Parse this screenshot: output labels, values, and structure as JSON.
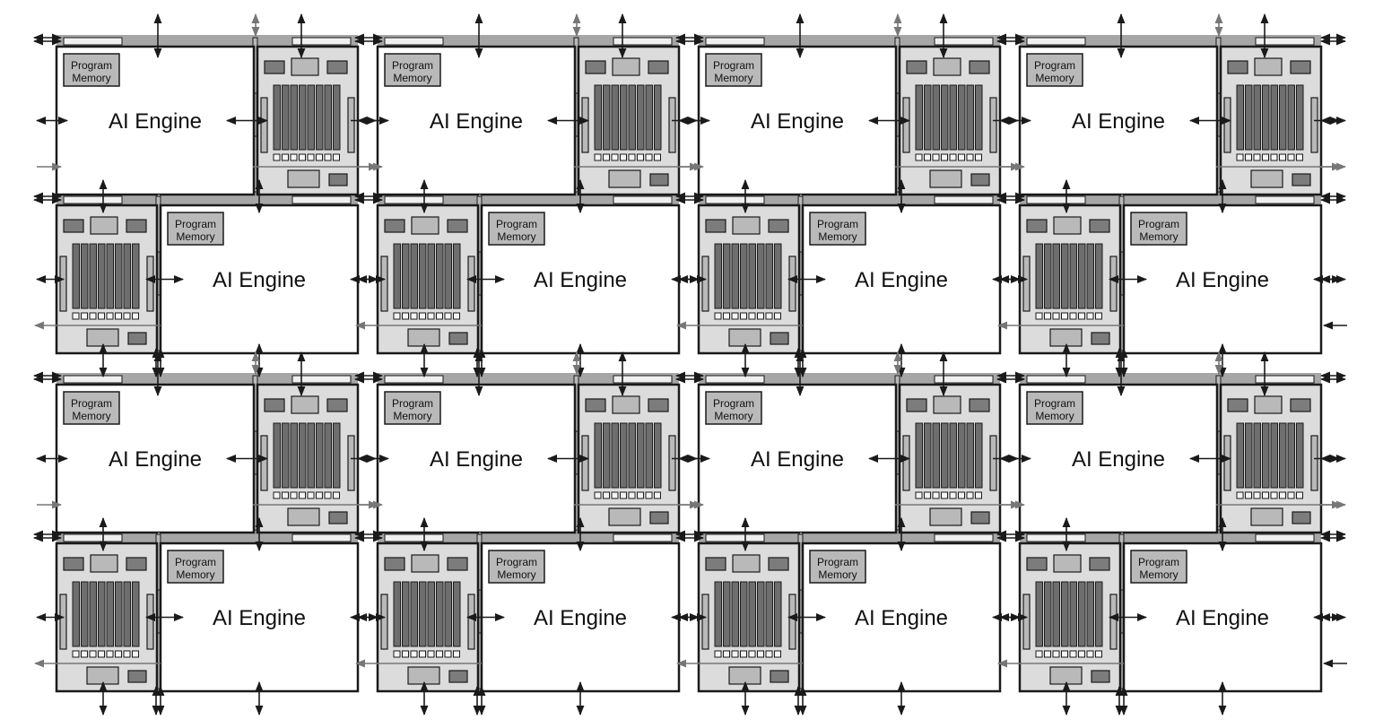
{
  "diagram": {
    "engine_label": "AI Engine",
    "program_memory_label_line1": "Program",
    "program_memory_label_line2": "Memory"
  },
  "grid": {
    "columns": 4,
    "rows": 4,
    "memory_placement": [
      "right",
      "left",
      "right",
      "left"
    ]
  },
  "colors": {
    "stroke": "#1a1a1a",
    "bus": "#a6a6a6",
    "memory_module_fill": "#dcdcdc",
    "bank_fill": "#6e6e6e",
    "block_fill": "#b9b9b9",
    "dark_block_fill": "#7c7c7c",
    "engine_fill": "#ffffff",
    "arrow": "#1a1a1a",
    "cascade_arrow": "#777777"
  }
}
